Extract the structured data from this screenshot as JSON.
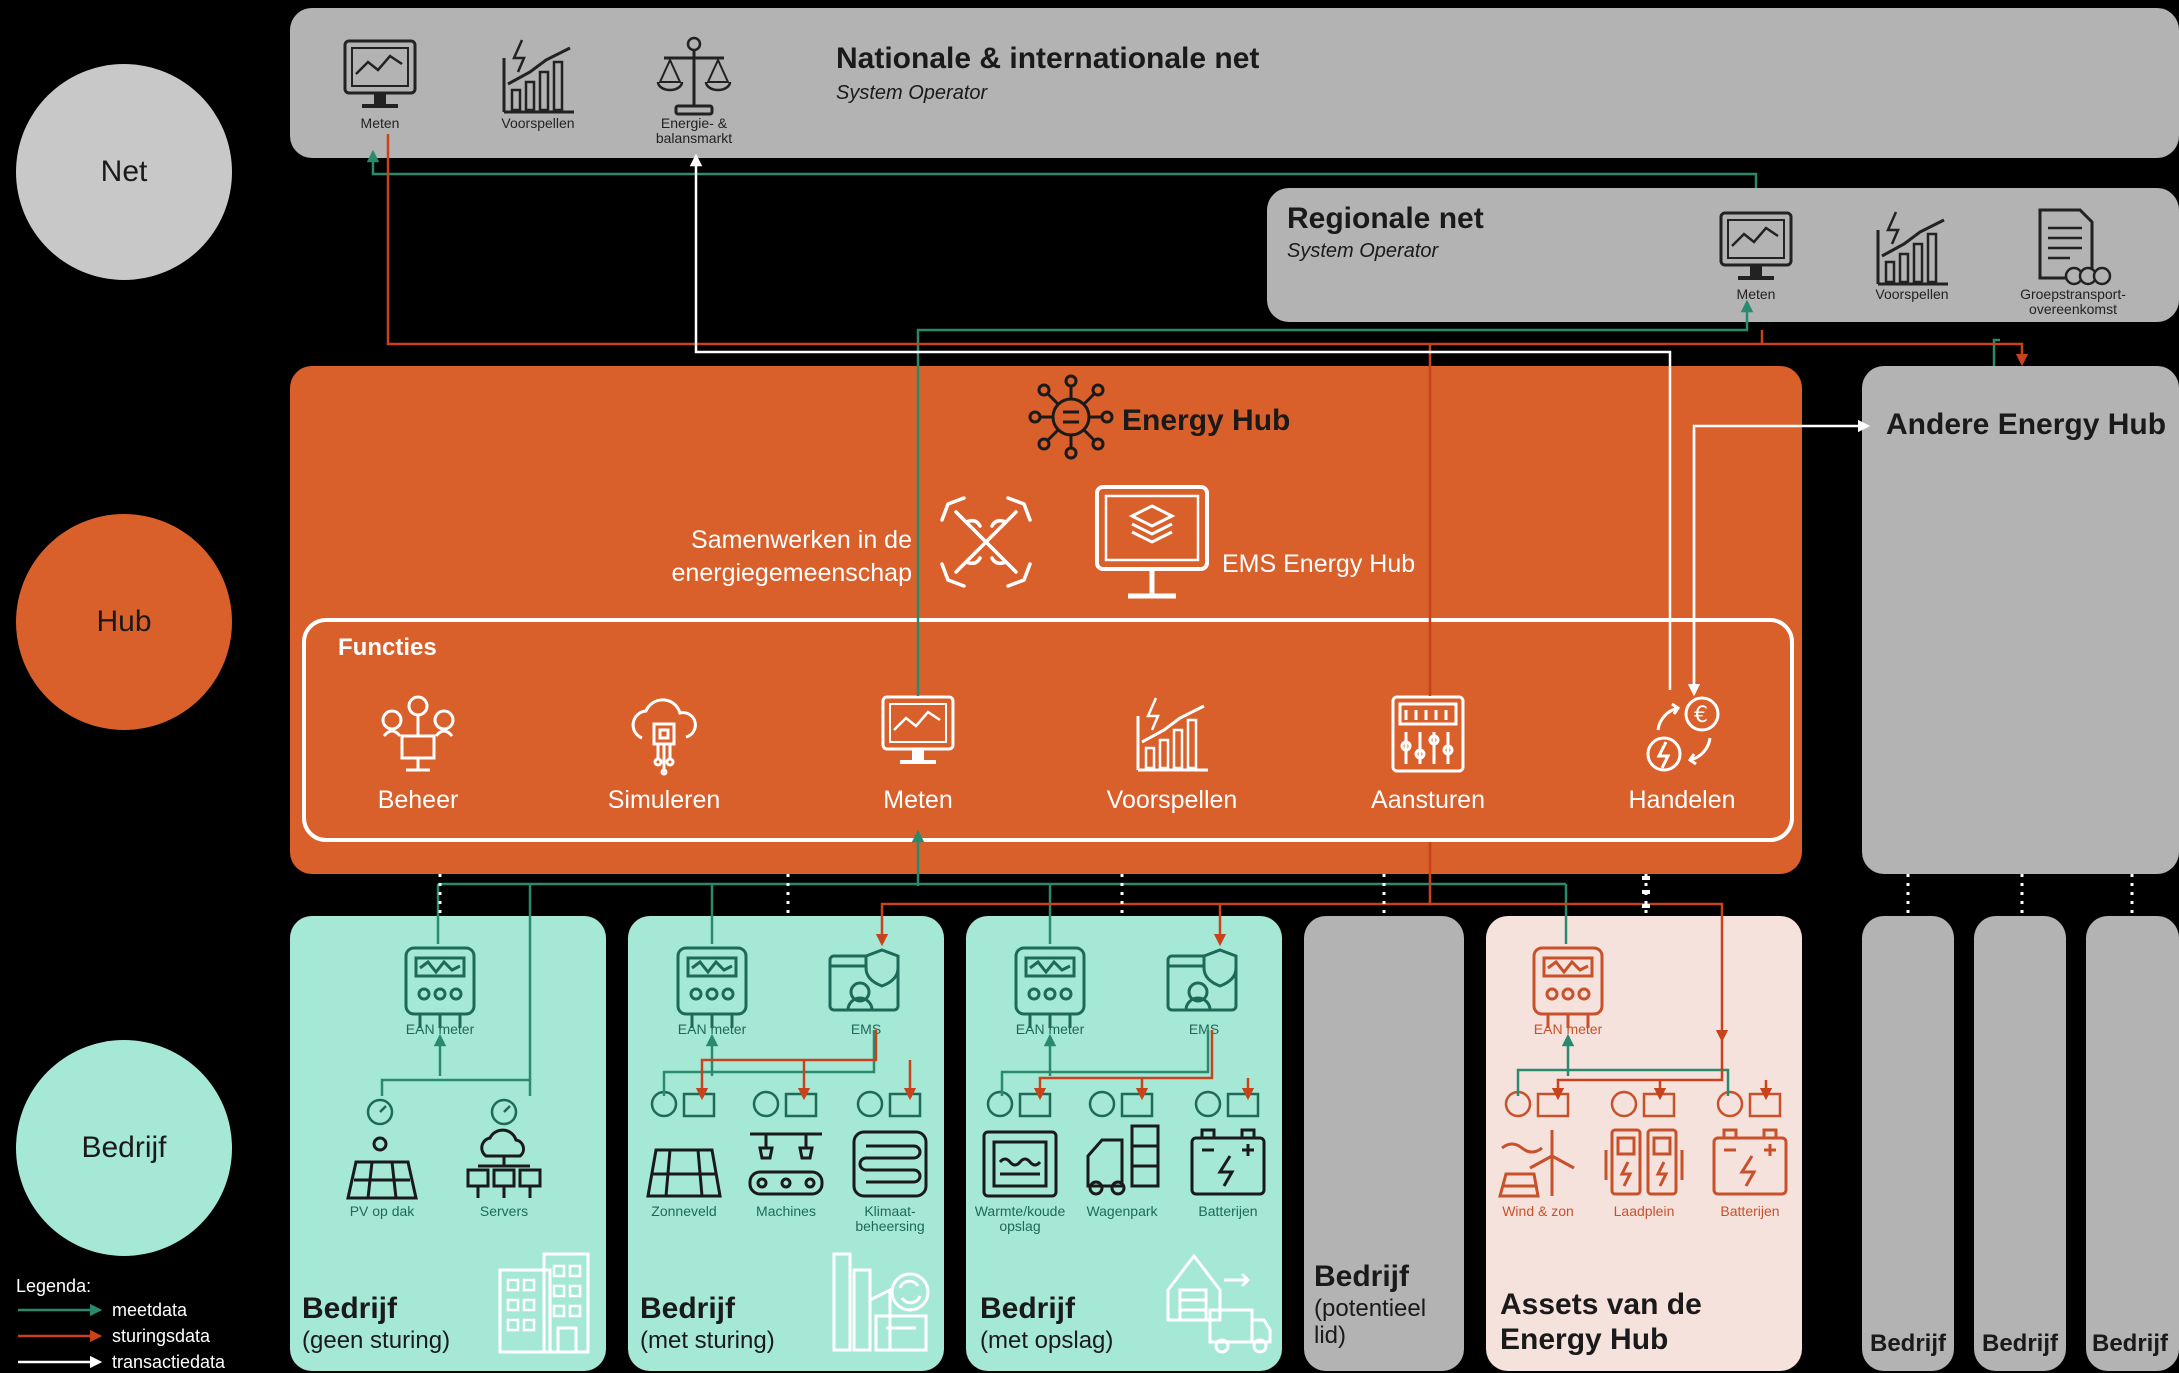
{
  "layers": {
    "net": "Net",
    "hub": "Hub",
    "bedrijf": "Bedrijf"
  },
  "national": {
    "title": "Nationale & internationale net",
    "subtitle": "System Operator",
    "icons": [
      {
        "label": "Meten",
        "icon": "monitor-chart-icon"
      },
      {
        "label": "Voorspellen",
        "icon": "forecast-chart-icon"
      },
      {
        "label1": "Energie- &",
        "label2": "balansmarkt",
        "icon": "balance-scale-icon"
      }
    ]
  },
  "regional": {
    "title": "Regionale net",
    "subtitle": "System Operator",
    "icons": [
      {
        "label": "Meten",
        "icon": "monitor-chart-icon"
      },
      {
        "label": "Voorspellen",
        "icon": "forecast-chart-icon"
      },
      {
        "label1": "Groepstransport-",
        "label2": "overeenkomst",
        "icon": "contract-icon"
      }
    ]
  },
  "hub": {
    "title": "Energy Hub",
    "cooperation1": "Samenwerken in de",
    "cooperation2": "energiegemeenschap",
    "ems": "EMS Energy Hub",
    "functions_title": "Functies",
    "functions": [
      "Beheer",
      "Simuleren",
      "Meten",
      "Voorspellen",
      "Aansturen",
      "Handelen"
    ]
  },
  "other_hub": {
    "title": "Andere Energy Hub",
    "companies": [
      "Bedrijf",
      "Bedrijf",
      "Bedrijf"
    ]
  },
  "companies": [
    {
      "name": "Bedrijf",
      "sub": "(geen sturing)",
      "meter": "EAN meter",
      "assets": [
        "PV op dak",
        "Servers"
      ]
    },
    {
      "name": "Bedrijf",
      "sub": "(met sturing)",
      "meter": "EAN meter",
      "ems": "EMS",
      "assets": [
        "Zonneveld",
        "Machines",
        "Klimaat-",
        "beheersing"
      ]
    },
    {
      "name": "Bedrijf",
      "sub": "(met opslag)",
      "meter": "EAN meter",
      "ems": "EMS",
      "assets": [
        "Warmte/koude",
        "opslag",
        "Wagenpark",
        "Batterijen"
      ]
    },
    {
      "name": "Bedrijf",
      "sub1": "(potentieel",
      "sub2": "lid)"
    },
    {
      "name1": "Assets van de",
      "name2": "Energy Hub",
      "meter": "EAN meter",
      "assets": [
        "Wind & zon",
        "Laadplein",
        "Batterijen"
      ]
    }
  ],
  "legend": {
    "title": "Legenda:",
    "items": [
      "meetdata",
      "sturingsdata",
      "transactiedata"
    ]
  },
  "colors": {
    "meetdata": "#2a8a6e",
    "sturingsdata": "#c8431c",
    "transactiedata": "#ffffff",
    "hub": "#d95f2b",
    "mint": "#a6e8d6",
    "gray": "#b3b3b3"
  }
}
